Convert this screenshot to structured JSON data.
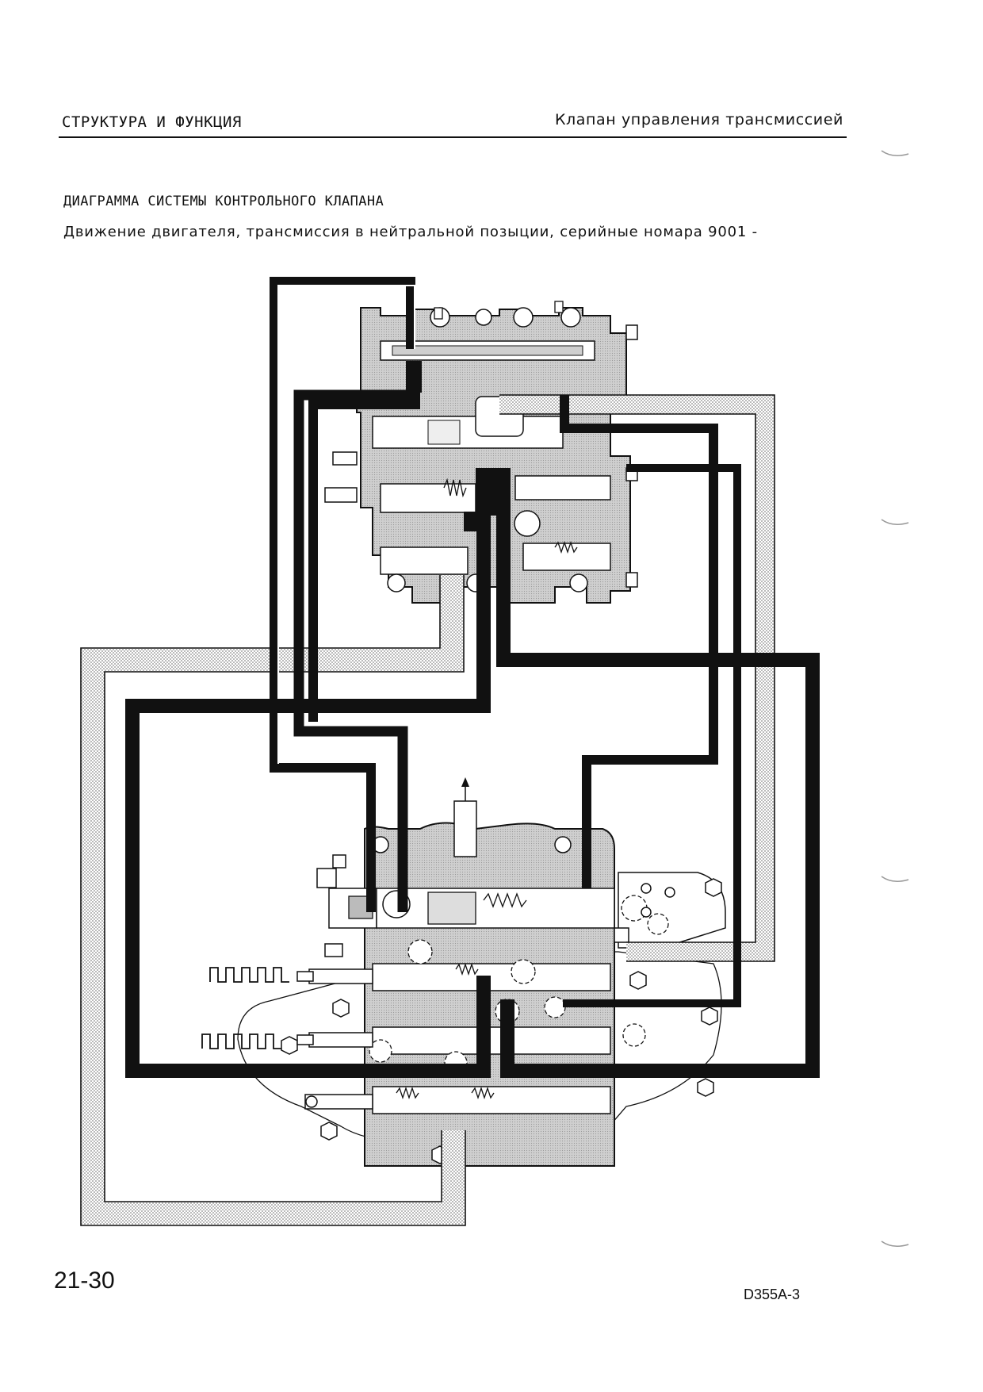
{
  "header": {
    "section": "СТРУКТУРА И ФУНКЦИЯ",
    "topic": "Клапан управления трансмиссией"
  },
  "diagram": {
    "title": "ДИАГРАММА СИСТЕМЫ КОНТРОЛЬНОГО КЛАПАНА",
    "subtitle": "Движение двигателя, трансмиссия в нейтральной позыции, серийные номара 9001 -"
  },
  "footer": {
    "page_number": "21-30",
    "model": "D355A-3"
  },
  "colors": {
    "line": "#111111",
    "body_fill": "#d6d6d6",
    "drain_hatch": "#b8b8b8",
    "paper": "#ffffff"
  },
  "icons": [
    "binder-hole-icon",
    "flow-arrow-icon"
  ]
}
